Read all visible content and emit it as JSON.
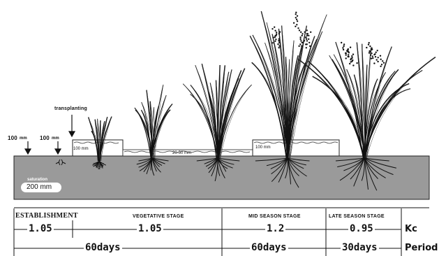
{
  "field": {
    "transplanting_label": "transplanting",
    "water_left_1": "100",
    "water_left_1_unit": "mm",
    "water_left_2": "100",
    "water_left_2_unit": "mm",
    "saturation_label": "saturation",
    "saturation_depth": "200 mm",
    "depth_a": "100 mm",
    "depth_b": "20-50 mm",
    "depth_c": "100 mm"
  },
  "stages": [
    {
      "name": "ESTABLISHMENT",
      "kc": "1.05"
    },
    {
      "name": "VEGETATIVE STAGE",
      "kc": "1.05"
    },
    {
      "name": "MID SEASON STAGE",
      "kc": "1.2"
    },
    {
      "name": "LATE SEASON STAGE",
      "kc": "0.95"
    }
  ],
  "periods": [
    "60days",
    "60days",
    "30days"
  ],
  "row_labels": {
    "kc": "Kc",
    "period": "Period"
  }
}
